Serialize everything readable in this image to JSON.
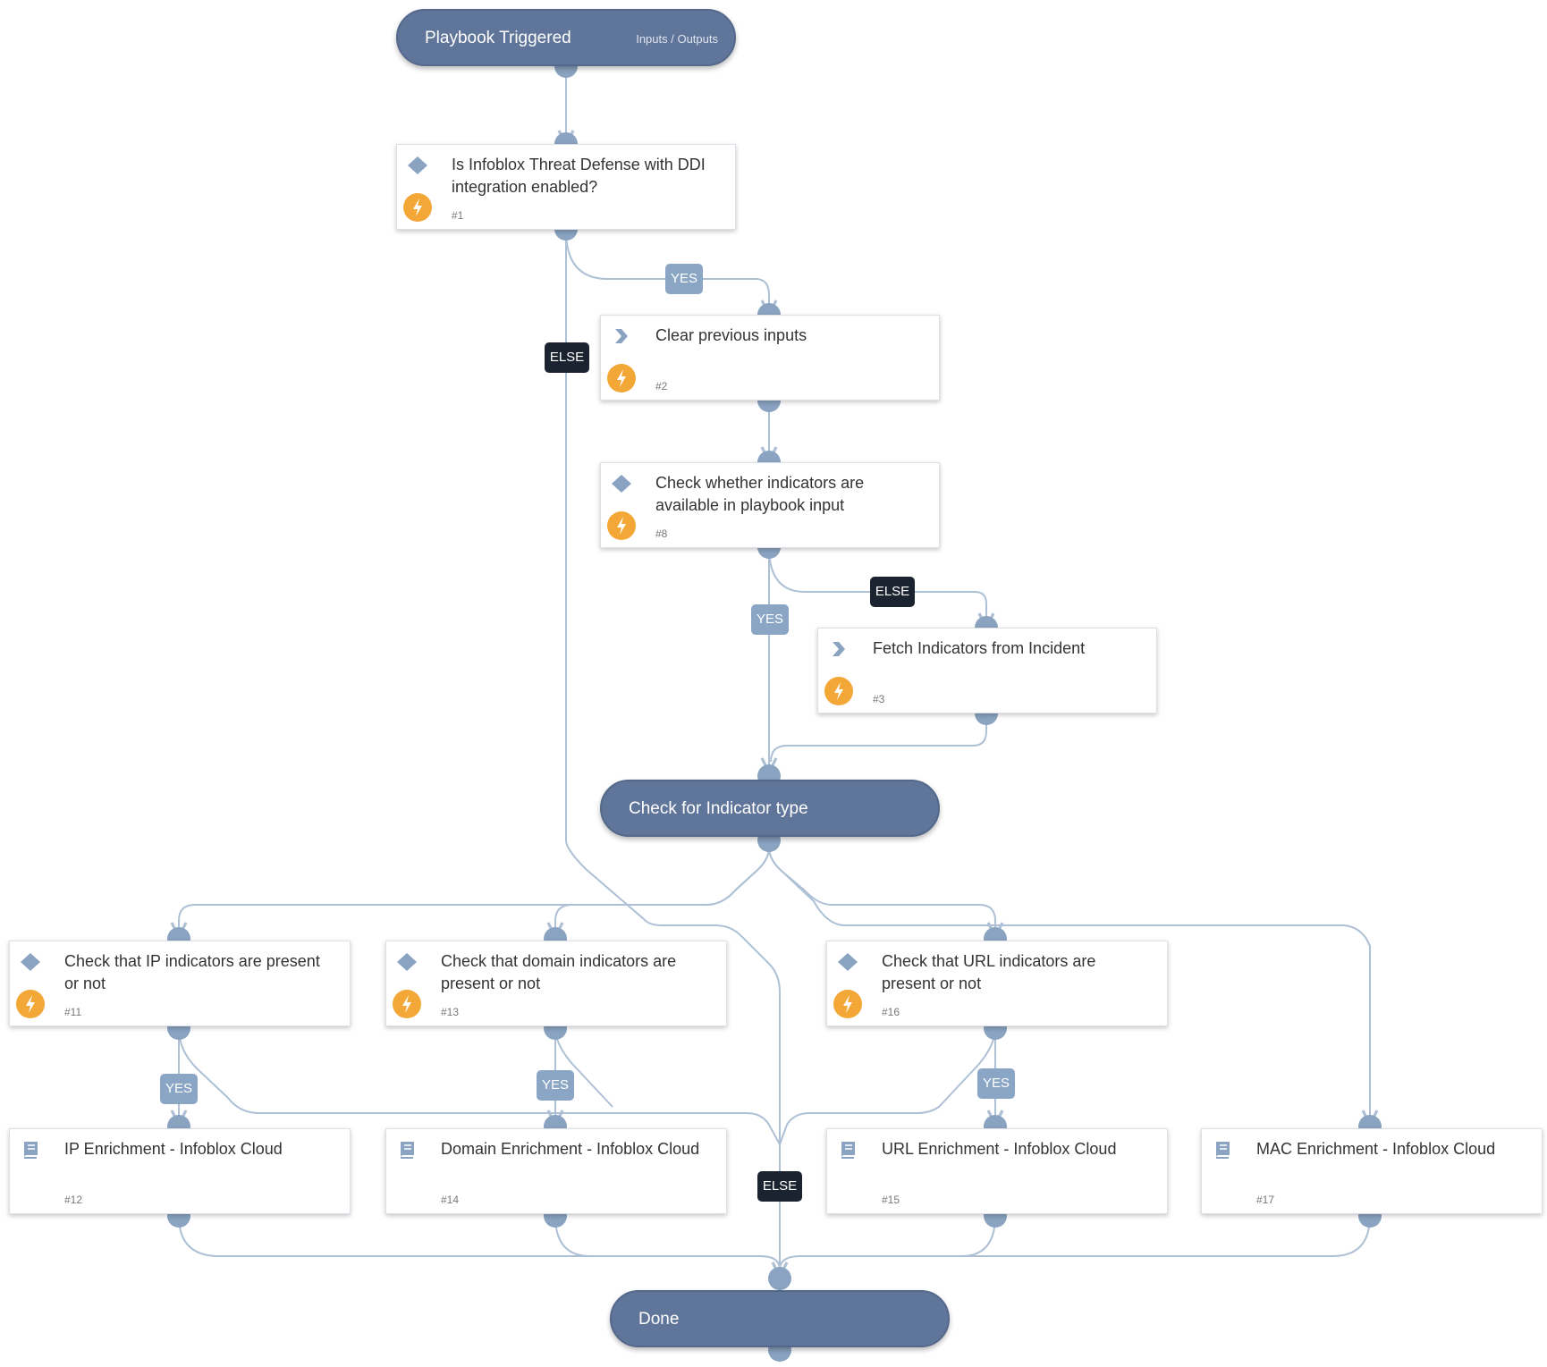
{
  "playbook": {
    "start": {
      "title": "Playbook Triggered",
      "io_link": "Inputs / Outputs"
    },
    "check_type": {
      "title": "Check for Indicator type"
    },
    "done": {
      "title": "Done"
    }
  },
  "tasks": [
    {
      "title": "Is Infoblox Threat Defense with DDI integration enabled?",
      "number": "#1",
      "kind": "condition"
    },
    {
      "title": "Clear previous inputs",
      "number": "#2",
      "kind": "automation"
    },
    {
      "title": "Check whether indicators are available in playbook input",
      "number": "#8",
      "kind": "condition"
    },
    {
      "title": "Fetch Indicators from Incident",
      "number": "#3",
      "kind": "automation"
    },
    {
      "title": "Check that IP indicators are present or not",
      "number": "#11",
      "kind": "condition"
    },
    {
      "title": "Check that domain indicators are present or not",
      "number": "#13",
      "kind": "condition"
    },
    {
      "title": "Check that URL indicators are present or not",
      "number": "#16",
      "kind": "condition"
    },
    {
      "title": "IP Enrichment - Infoblox Cloud",
      "number": "#12",
      "kind": "playbook"
    },
    {
      "title": "Domain Enrichment - Infoblox Cloud",
      "number": "#14",
      "kind": "playbook"
    },
    {
      "title": "URL Enrichment - Infoblox Cloud",
      "number": "#15",
      "kind": "playbook"
    },
    {
      "title": "MAC Enrichment - Infoblox Cloud",
      "number": "#17",
      "kind": "playbook"
    }
  ],
  "branch_labels": {
    "yes_1": "YES",
    "else_1": "ELSE",
    "yes_8": "YES",
    "else_8": "ELSE",
    "yes_11": "YES",
    "yes_13": "YES",
    "yes_16": "YES",
    "else_bottom": "ELSE"
  },
  "icons": {
    "condition": "diamond-icon",
    "automation": "chevron-right-icon",
    "playbook": "book-icon",
    "bolt": "lightning-bolt-icon"
  },
  "colors": {
    "pill": "#60759a",
    "connector": "#aec0d5",
    "port": "#8aa3c1",
    "bolt_badge": "#f2a737",
    "yes_label": "#8aa6c4",
    "else_label": "#1b2330"
  }
}
